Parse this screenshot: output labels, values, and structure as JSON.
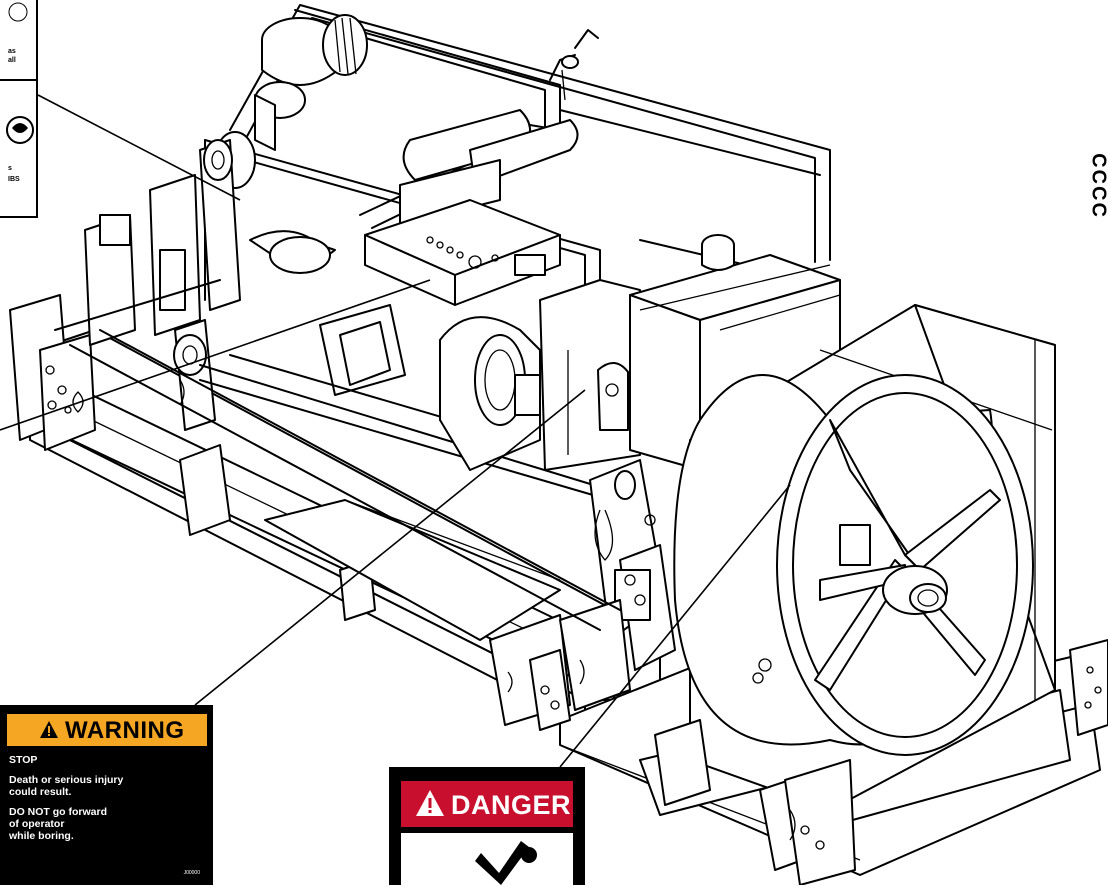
{
  "decals": {
    "warning": {
      "title": "WARNING",
      "line1": "STOP",
      "line2": "Death or serious injury\ncould result.",
      "line3": "DO NOT go forward\nof operator\nwhile boring.",
      "code": "J00000"
    },
    "danger": {
      "title": "DANGER"
    },
    "top_left": {
      "text1": "as",
      "text2": "all",
      "text3": "s",
      "text4": "IBS"
    }
  },
  "edge_fragment": "CCCC",
  "colors": {
    "warning_orange": "#f5a623",
    "danger_red": "#c8102e",
    "ink": "#000000",
    "paper": "#ffffff"
  },
  "icons": [
    "warning-triangle-icon",
    "danger-triangle-icon",
    "pinch-hazard-icon"
  ]
}
